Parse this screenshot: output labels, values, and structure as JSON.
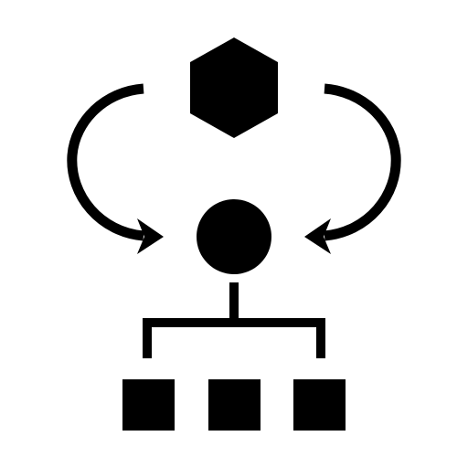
{
  "icon": {
    "name": "hierarchy-process-icon",
    "fill": "#000000",
    "background": "#ffffff",
    "parts": [
      "hexagon",
      "left-curved-arrow",
      "right-curved-arrow",
      "circle-node",
      "tree-connector",
      "child-square-1",
      "child-square-2",
      "child-square-3"
    ]
  }
}
